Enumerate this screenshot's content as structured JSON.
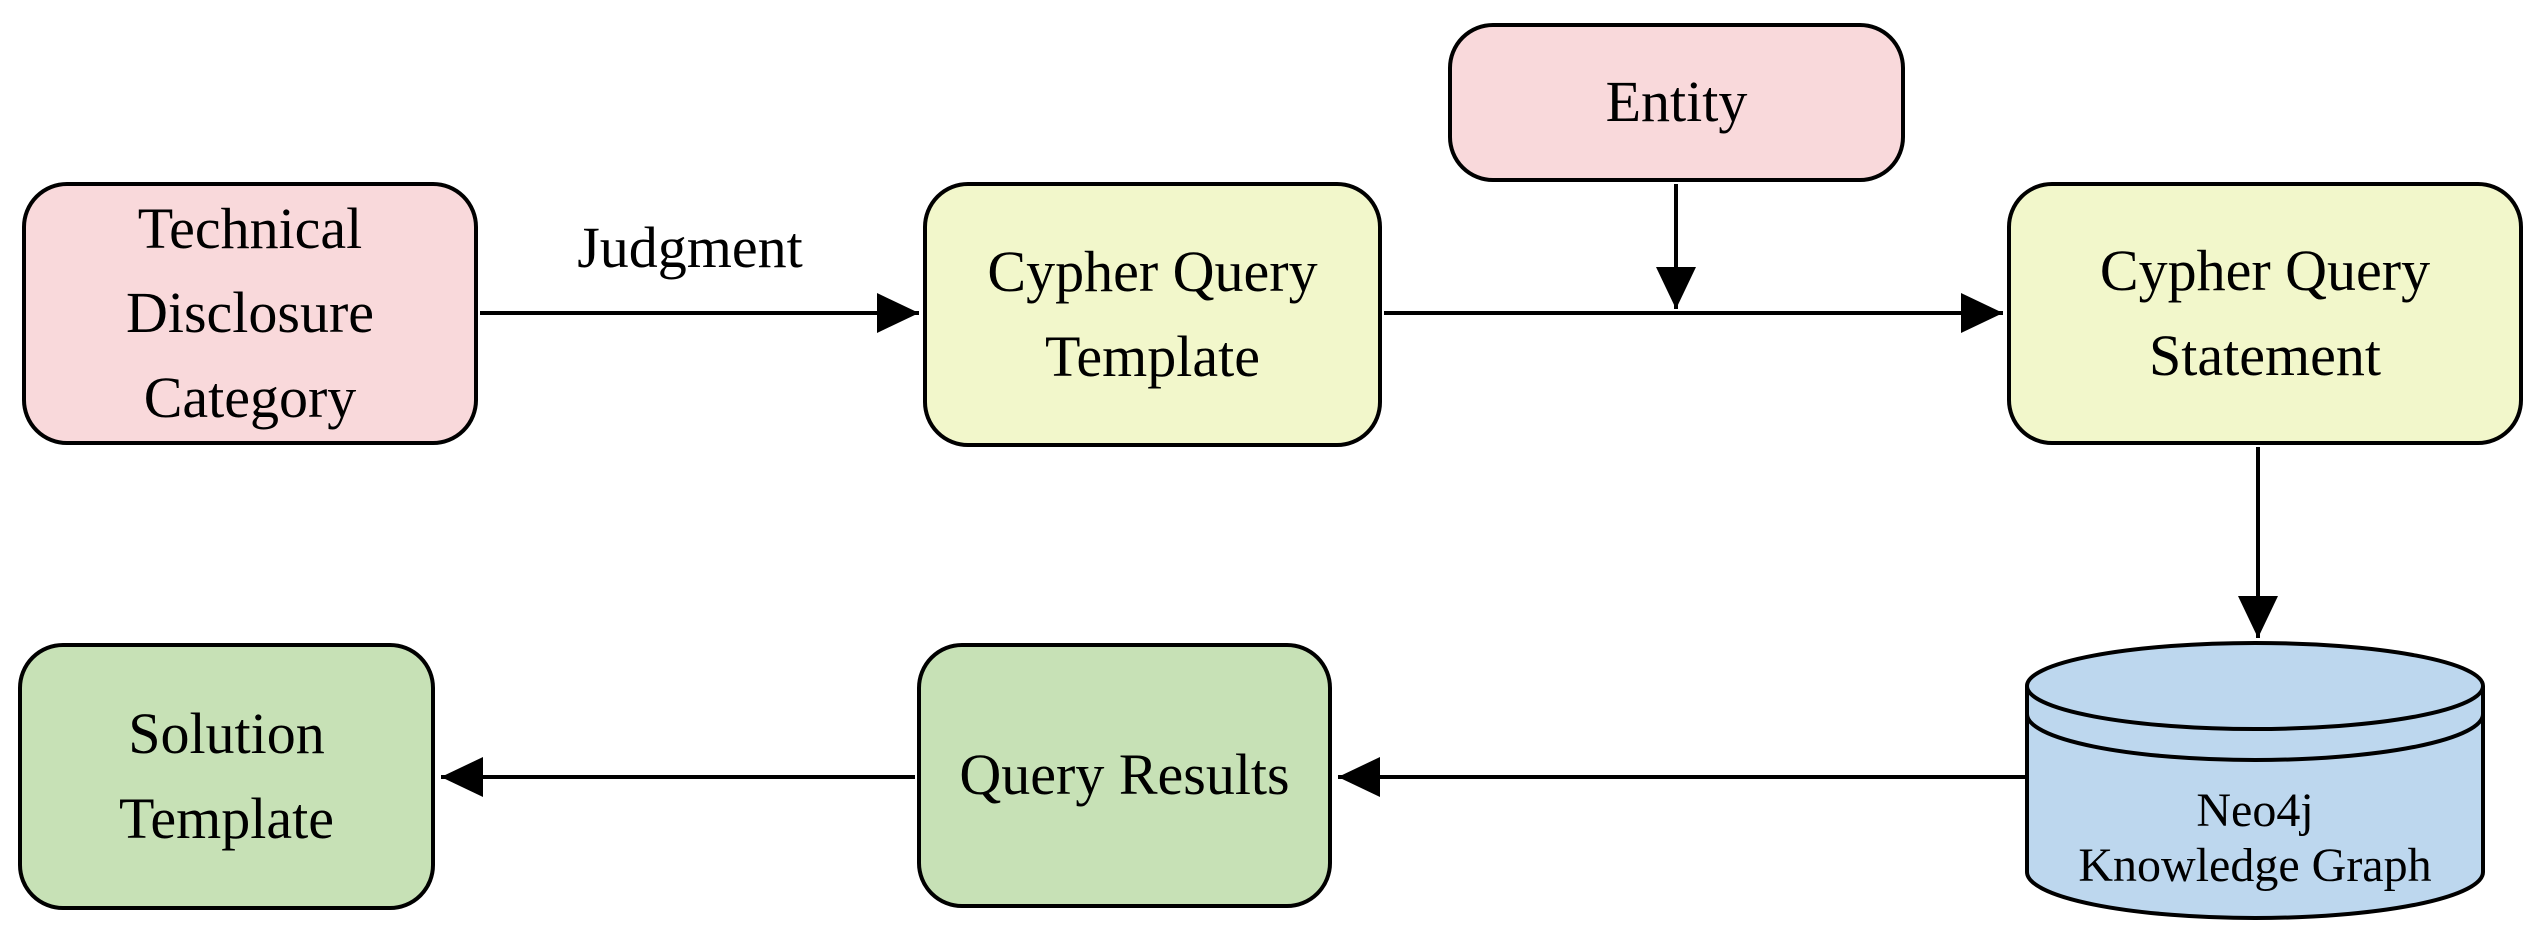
{
  "diagram": {
    "type": "flowchart",
    "nodes": {
      "technical_disclosure_category": {
        "label": "Technical Disclosure Category",
        "shape": "rounded-rect",
        "fill": "#f9d9db"
      },
      "cypher_query_template": {
        "label": "Cypher Query Template",
        "shape": "rounded-rect",
        "fill": "#f2f7cb"
      },
      "entity": {
        "label": "Entity",
        "shape": "rounded-rect",
        "fill": "#f9d9db"
      },
      "cypher_query_statement": {
        "label": "Cypher Query Statement",
        "shape": "rounded-rect",
        "fill": "#f2f7cb"
      },
      "neo4j_knowledge_graph": {
        "label": "Neo4j\nKnowledge Graph",
        "shape": "cylinder",
        "fill": "#bdd7ee"
      },
      "query_results": {
        "label": "Query Results",
        "shape": "rounded-rect",
        "fill": "#c7e1b6"
      },
      "solution_template": {
        "label": "Solution Template",
        "shape": "rounded-rect",
        "fill": "#c7e1b6"
      }
    },
    "edges": [
      {
        "from": "Technical Disclosure Category",
        "to": "Cypher Query Template",
        "label": "Judgment"
      },
      {
        "from": "Cypher Query Template",
        "to": "Cypher Query Statement",
        "label": ""
      },
      {
        "from": "Entity",
        "to": "Cypher Query Template to Cypher Query Statement arrow",
        "label": ""
      },
      {
        "from": "Cypher Query Statement",
        "to": "Neo4j Knowledge Graph",
        "label": ""
      },
      {
        "from": "Neo4j Knowledge Graph",
        "to": "Query Results",
        "label": ""
      },
      {
        "from": "Query Results",
        "to": "Solution Template",
        "label": ""
      }
    ],
    "colors": {
      "pink": "#f9d9db",
      "yellow": "#f2f7cb",
      "green": "#c7e1b6",
      "blue": "#bdd7ee",
      "stroke": "#000000",
      "background": "#ffffff"
    }
  }
}
